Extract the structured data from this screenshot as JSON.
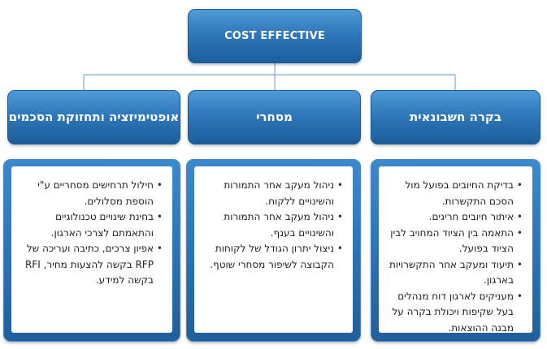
{
  "top": {
    "label": "COST EFFECTIVE"
  },
  "columns": [
    {
      "heading": "אופטימיזציה ותחזוקת הסכמים",
      "bullets": [
        "חילול תרחישים מסחריים ע\"י הוספת מסלולים.",
        "בחינת שינויים טכנולוגיים והתאמתם לצרכי הארגון.",
        "אפיון צרכים, כתיבה ועריכה של RFP בקשה להצעות מחיר, RFI בקשה למידע."
      ]
    },
    {
      "heading": "מסחרי",
      "bullets": [
        "ניהול מעקב אחר התמורות והשינויים ללקוח.",
        "ניהול מעקב אחר התמורות והשינויים בענף.",
        "ניצול יתרון הגודל של לקוחות הקבוצה לשיפור מסחרי שוטף."
      ]
    },
    {
      "heading": "בקרה חשבונאית",
      "bullets": [
        "בדיקת החיובים בפועל מול הסכם התקשרות.",
        "איתור חיובים חריגים.",
        "התאמה בין הציוד המחויב לבין הציוד בפועל.",
        "תיעוד ומעקב אחר התקשרויות בארגון.",
        "מעניקים לארגון דוח מנהלים בעל שקיפות ויכולת בקרה על מבנה ההוצאות."
      ]
    }
  ],
  "colors": {
    "box_top": "#4f9bd8",
    "box_bottom": "#1c5e9c",
    "connector": "#7fa9cf"
  }
}
